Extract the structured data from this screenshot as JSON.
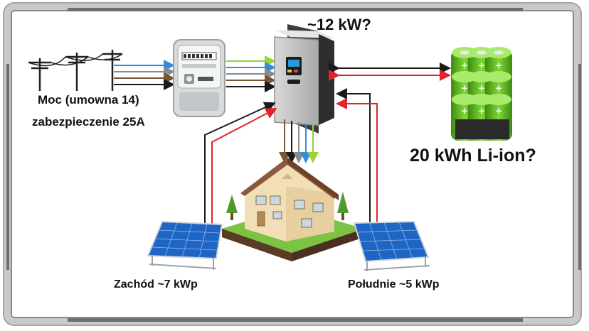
{
  "inverter": {
    "label": "~12 kW?"
  },
  "battery": {
    "label": "20 kWh Li-ion?"
  },
  "grid": {
    "line1": "Moc (umowna 14)",
    "line2": "zabezpieczenie 25A"
  },
  "panels": {
    "west": "Zachód ~7 kWp",
    "south": "Południe ~5 kWp"
  },
  "colors": {
    "wire_black": "#1a1a1a",
    "wire_red": "#e0242a",
    "wire_blue": "#2f8fd8",
    "wire_green": "#9bd13a",
    "wire_grey": "#8a8a8a",
    "wire_brown": "#7a5533",
    "battery_green": "#6cc427",
    "roof": "#8b5a3c",
    "house_wall": "#f2dfb8",
    "panel_blue": "#1f66c4"
  }
}
